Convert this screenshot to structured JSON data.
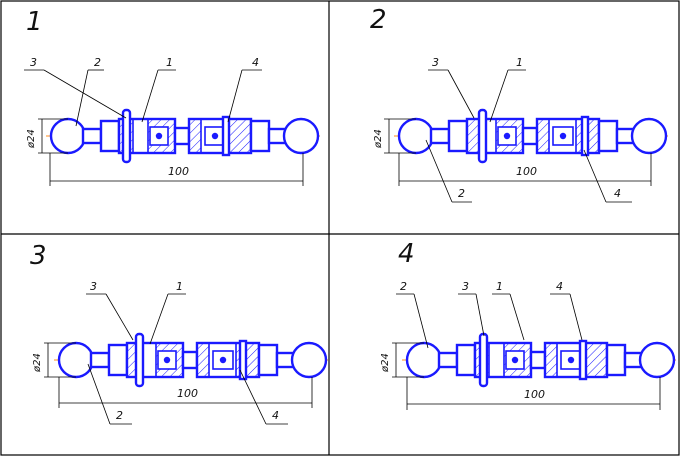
{
  "panels": [
    {
      "number": "1",
      "labels": {
        "l1": "1",
        "l2": "2",
        "l3": "3",
        "l4": "4"
      },
      "diameter": "ø24",
      "length": "100"
    },
    {
      "number": "2",
      "labels": {
        "l1": "1",
        "l2": "2",
        "l3": "3",
        "l4": "4"
      },
      "diameter": "ø24",
      "length": "100"
    },
    {
      "number": "3",
      "labels": {
        "l1": "1",
        "l2": "2",
        "l3": "3",
        "l4": "4"
      },
      "diameter": "ø24",
      "length": "100"
    },
    {
      "number": "4",
      "labels": {
        "l1": "1",
        "l2": "2",
        "l3": "3",
        "l4": "4"
      },
      "diameter": "ø24",
      "length": "100"
    }
  ],
  "colors": {
    "part": "#1a1aff",
    "axis": "#ff8c1a",
    "line": "#000000"
  }
}
